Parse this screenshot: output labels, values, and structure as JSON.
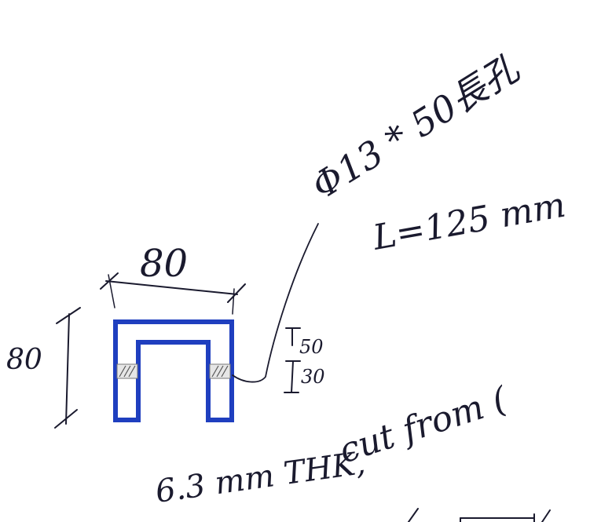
{
  "sketch": {
    "hole_note": "Φ13 * 50長孔",
    "length_note": "L=125 mm",
    "cut_note_thickness": "6.3 mm THK,",
    "cut_note_source": "cut from (",
    "dim_width": "80",
    "dim_height": "80",
    "dim_upper": "50",
    "dim_lower": "30"
  },
  "colors": {
    "ink": "#1a1a2e",
    "part_outline": "#1f3fbf"
  }
}
